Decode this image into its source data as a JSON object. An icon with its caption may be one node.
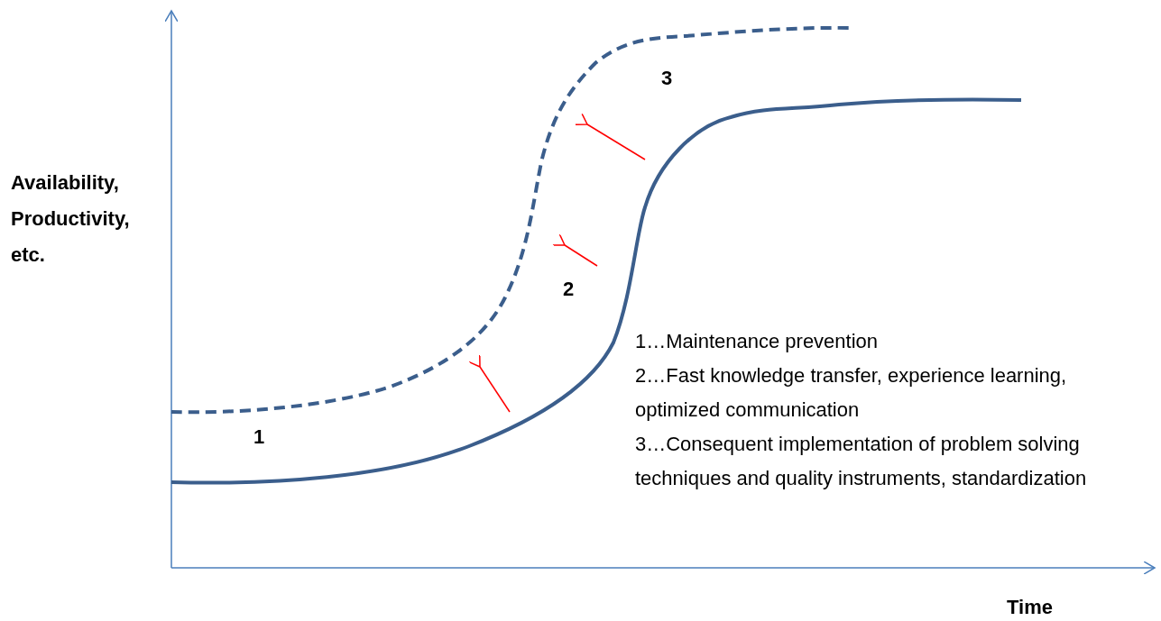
{
  "diagram": {
    "labels": [
      "Availability, Productivity, etc.",
      "3",
      "2",
      "1",
      "1…Maintenance prevention",
      "2…Fast knowledge transfer, experience learning, optimized communication",
      "3…Consequent implementation of problem solving techniques and quality instruments, standardization",
      "Time"
    ]
  }
}
